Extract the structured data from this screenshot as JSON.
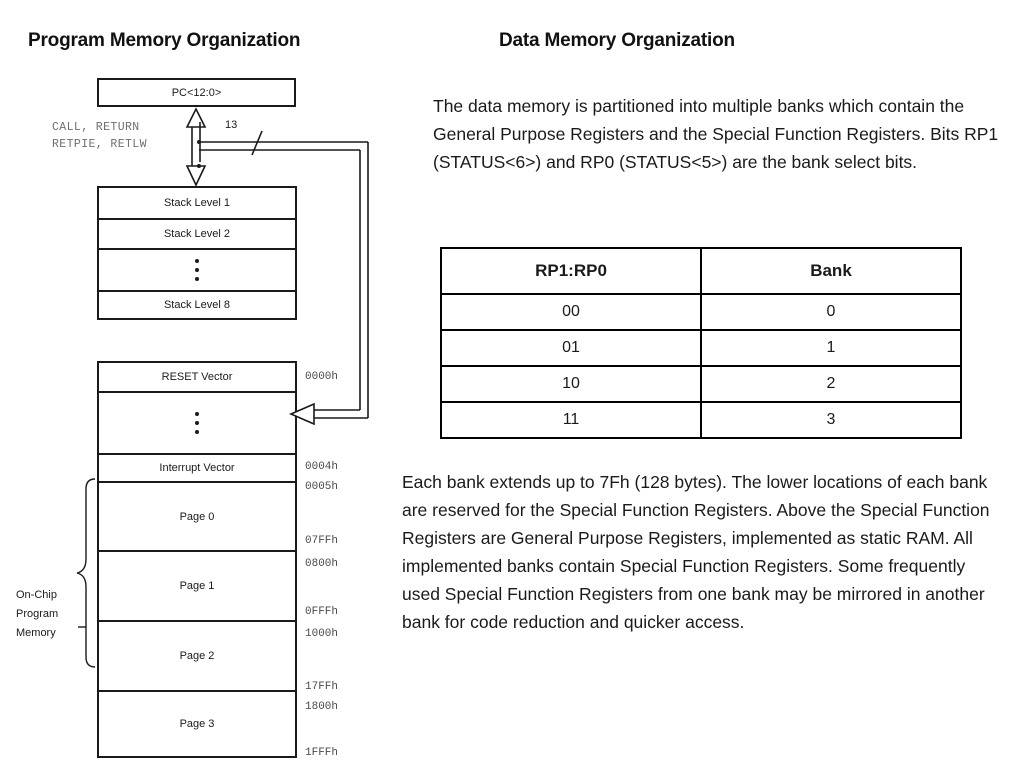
{
  "slide": {
    "program_title": "Program Memory Organization",
    "data_title": "Data Memory Organization"
  },
  "program_diagram": {
    "pc_box_label": "PC<12:0>",
    "call_legend": "CALL, RETURN\nRETPIE, RETLW",
    "bus_width_label": "13",
    "onchip_label": "On-Chip\nProgram\nMemory",
    "stack": {
      "levels": [
        "Stack Level 1",
        "Stack Level 2",
        "⋮",
        "Stack Level 8"
      ]
    },
    "memory_map": [
      {
        "label": "RESET Vector",
        "addr": "0000h"
      },
      {
        "label": "⋮",
        "addr": ""
      },
      {
        "label": "Interrupt Vector",
        "addr": "0004h"
      },
      {
        "label": "Page 0",
        "addr_start": "0005h",
        "addr_end": "07FFh"
      },
      {
        "label": "Page 1",
        "addr_start": "0800h",
        "addr_end": "0FFFh"
      },
      {
        "label": "Page 2",
        "addr_start": "1000h",
        "addr_end": "17FFh"
      },
      {
        "label": "Page 3",
        "addr_start": "1800h",
        "addr_end": "1FFFh"
      }
    ],
    "addresses": {
      "reset": "0000h",
      "interrupt": "0004h",
      "page0_start": "0005h",
      "page0_end": "07FFh",
      "page1_start": "0800h",
      "page1_end": "0FFFh",
      "page2_start": "1000h",
      "page2_end": "17FFh",
      "page3_start": "1800h",
      "page3_end": "1FFFh"
    }
  },
  "data_memory": {
    "intro_text": "The data memory is partitioned into multiple banks which contain the General Purpose Registers and the Special Function Registers. Bits RP1 (STATUS<6>) and RP0 (STATUS<5>) are the bank select bits.",
    "detail_text": "Each bank extends up to 7Fh (128 bytes). The lower locations of each bank are reserved for the Special Function Registers. Above the Special Function Registers are General Purpose Registers, implemented as static RAM. All implemented banks contain Special Function Registers. Some frequently used Special Function Registers from one bank may be mirrored in another bank for code reduction and quicker access.",
    "bank_table": {
      "headers": [
        "RP1:RP0",
        "Bank"
      ],
      "rows": [
        [
          "00",
          "0"
        ],
        [
          "01",
          "1"
        ],
        [
          "10",
          "2"
        ],
        [
          "11",
          "3"
        ]
      ]
    }
  },
  "colors": {
    "ink": "#1a1a1a",
    "legend_gray": "#6f6f6f",
    "addr_gray": "#4a4a4a",
    "background": "#ffffff"
  }
}
